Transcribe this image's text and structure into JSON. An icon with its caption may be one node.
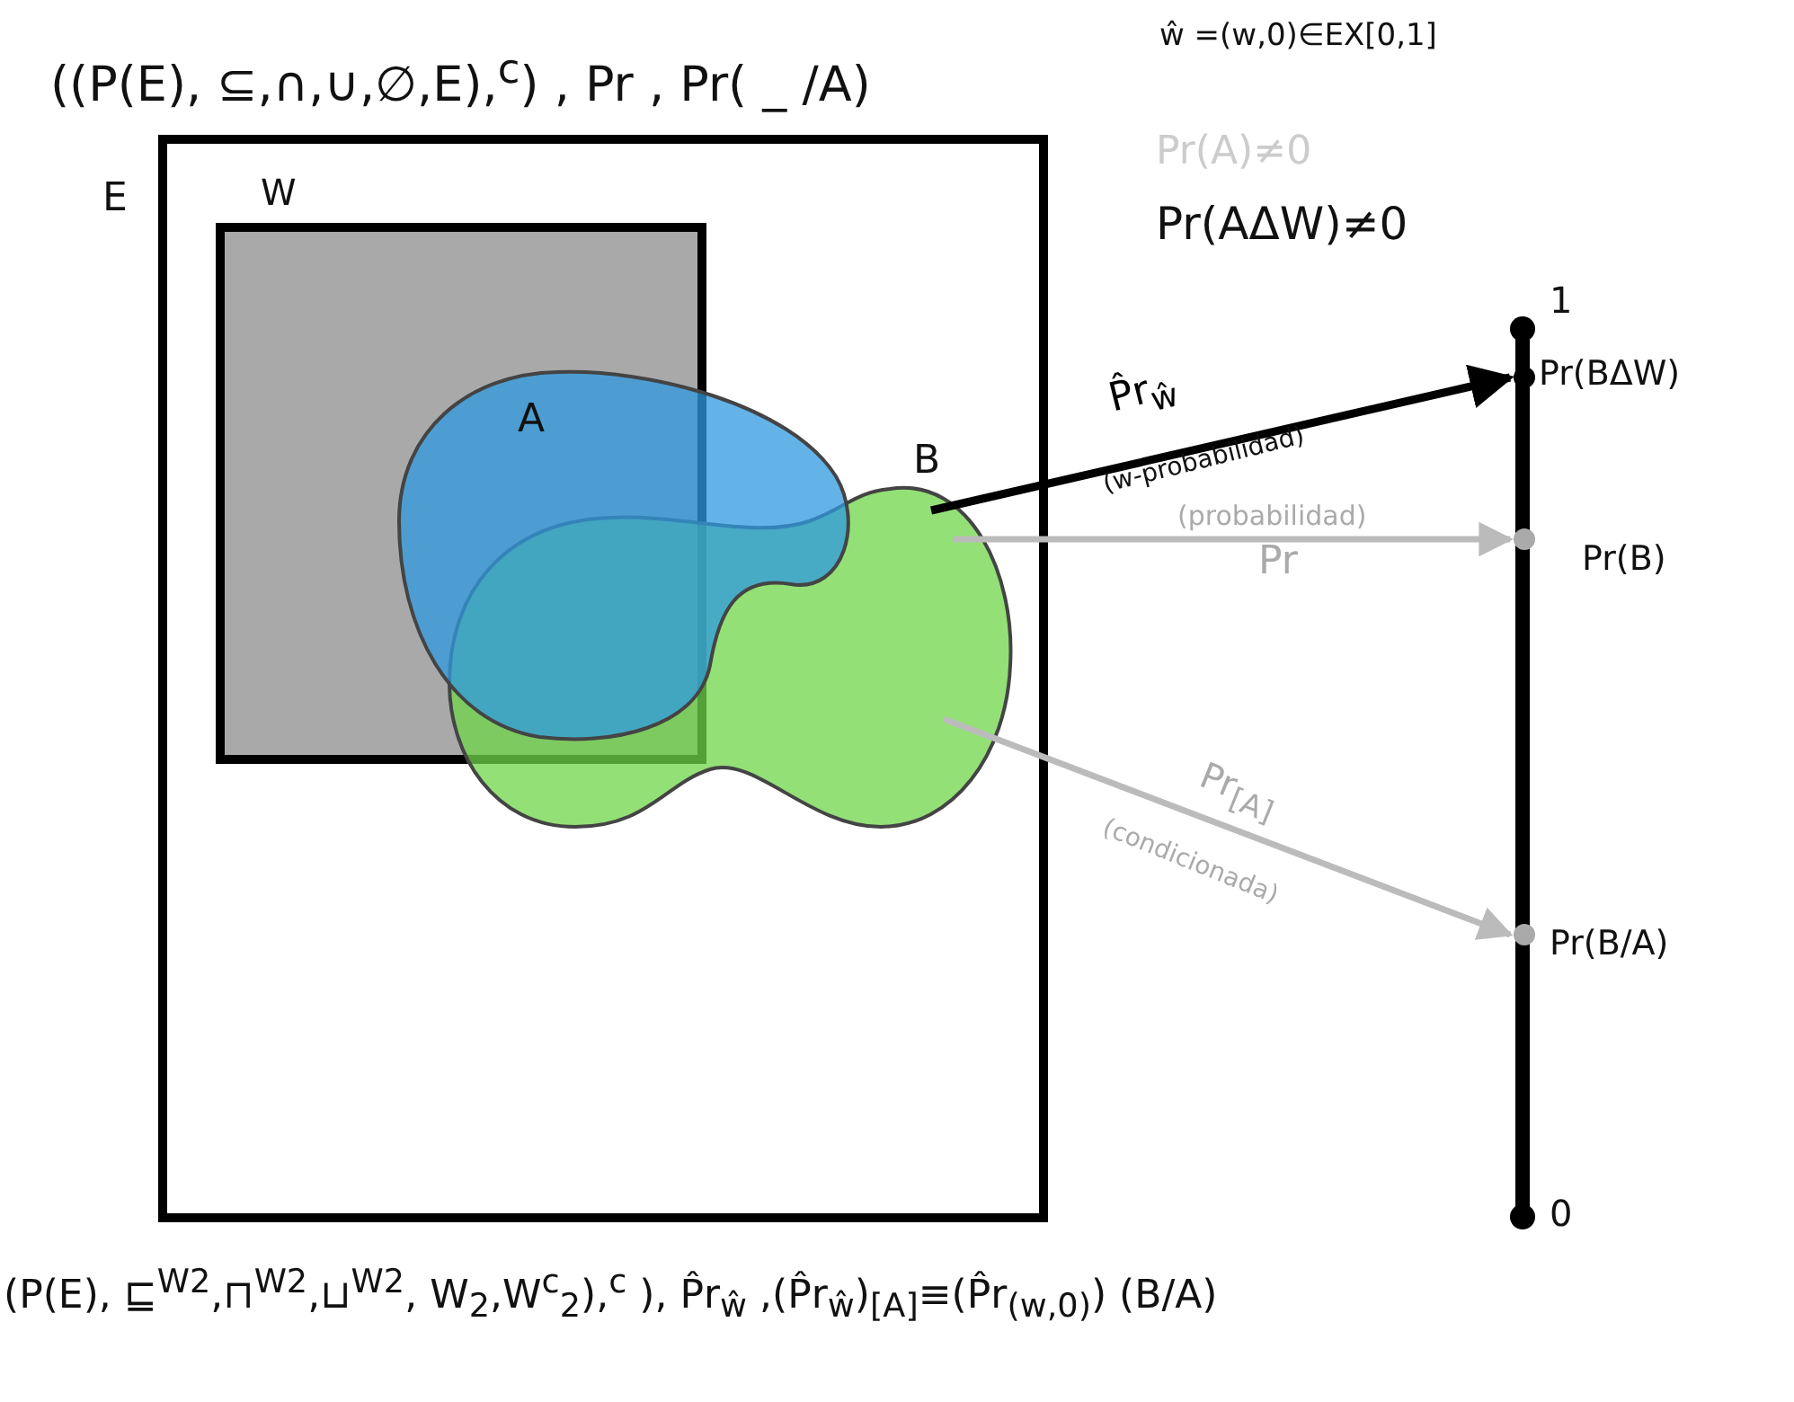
{
  "diagram": {
    "title": "((P(E), ⊆,∩,∪,∅,E),$^{c}$) , Pr , Pr( _ /A)",
    "nodes": [
      {
        "text": [
          "E"
        ]
      },
      {
        "text": [
          "W"
        ],
        "in": 0
      },
      {
        "text": [
          "A"
        ],
        "in": 0
      },
      {
        "text": [
          "B"
        ],
        "in": 0
      },
      {
        "text": [
          "Pr(BΔW)"
        ]
      },
      {
        "text": [
          "Pr(B)"
        ]
      },
      {
        "text": [
          "Pr(B/A)"
        ]
      }
    ],
    "edges": [
      {
        "from": 3,
        "to": 4,
        "arrow": "to",
        "label": "P̂r$_{ŵ}$",
        "color": "#000000"
      },
      {
        "from": 3,
        "to": 5,
        "arrow": "to",
        "label": "Pr"
      },
      {
        "from": 3,
        "to": 6,
        "arrow": "to",
        "label": "Pr$_{[A]}$"
      }
    ],
    "labels": [
      "ŵ =(w,0)∈EX[0,1]",
      "Pr(A)≠0",
      "Pr(AΔW)≠0",
      "1",
      "0",
      "(w-probabilidad)",
      "(probabilidad)",
      "(condicionada)",
      "(P(E), ⊑$^{W2}$,⊓$^{W2}$,⊔$^{W2}$, W$_{2}$,W$^{c}$$_{2}$),$^{c}$ ), P̂r$_{ŵ}$ ,(P̂r$_{ŵ}$)$_{[A]}$≡(P̂r$_{(w,0)}$) (B/A)"
    ]
  }
}
